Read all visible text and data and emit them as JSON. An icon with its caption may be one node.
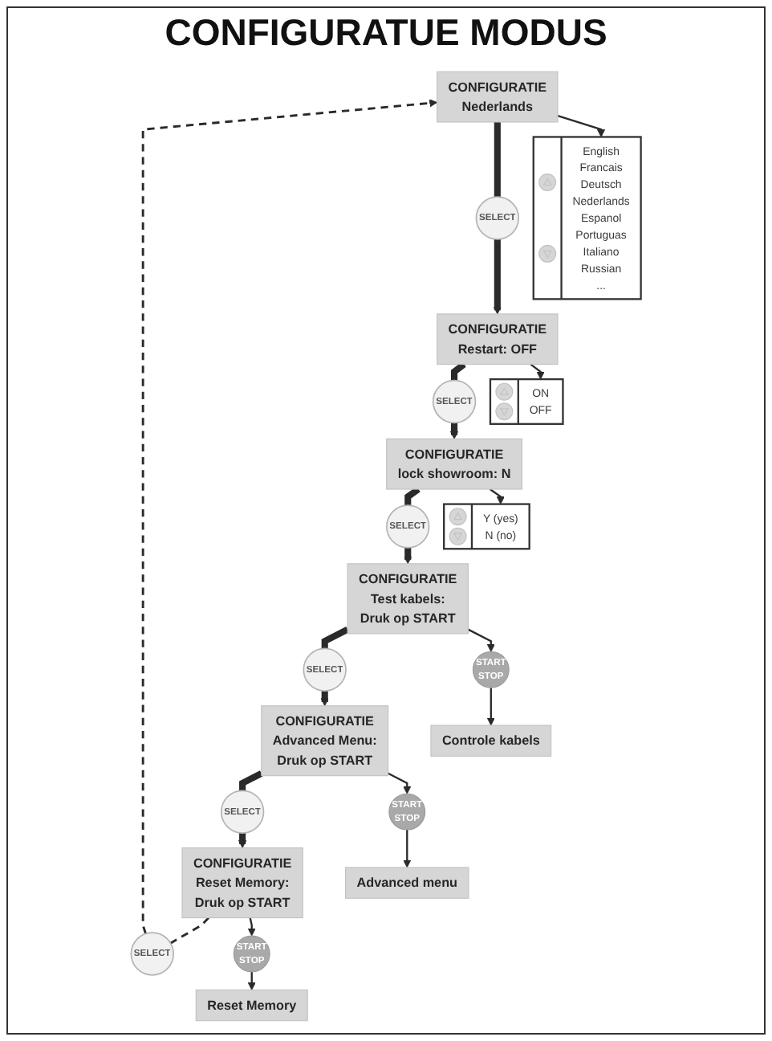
{
  "diagram": {
    "title": "CONFIGURATUE MODUS",
    "nodes": [
      {
        "text": [
          "CONFIGURATIE",
          "Nederlands"
        ]
      },
      {
        "text": [
          "English",
          "Francais",
          "Deutsch",
          "Nederlands",
          "Espanol",
          "Portuguas",
          "Italiano",
          "Russian",
          "..."
        ]
      },
      {
        "text": [
          "SELECT"
        ]
      },
      {
        "text": [
          "CONFIGURATIE",
          "Restart: OFF"
        ]
      },
      {
        "text": [
          "ON",
          "OFF"
        ]
      },
      {
        "text": [
          "SELECT"
        ]
      },
      {
        "text": [
          "CONFIGURATIE",
          "lock showroom: N"
        ]
      },
      {
        "text": [
          "Y (yes)",
          "N (no)"
        ]
      },
      {
        "text": [
          "SELECT"
        ]
      },
      {
        "text": [
          "SELECT"
        ]
      },
      {
        "text": [
          "CONFIGURATIE",
          "Test kabels:",
          "Druk op START"
        ]
      },
      {
        "text": [
          "START",
          "STOP"
        ]
      },
      {
        "text": [
          "Controle kabels"
        ]
      },
      {
        "text": [
          "SELECT"
        ]
      },
      {
        "text": [
          "CONFIGURATIE",
          "Advanced Menu:",
          "Druk op START"
        ]
      },
      {
        "text": [
          "START",
          "STOP"
        ]
      },
      {
        "text": [
          "Advanced menu"
        ]
      },
      {
        "text": [
          "SELECT"
        ]
      },
      {
        "text": [
          "CONFIGURATIE",
          "Reset Memory:",
          "Druk op START"
        ]
      },
      {
        "text": [
          "START",
          "STOP"
        ]
      },
      {
        "text": [
          "Reset Memory"
        ]
      }
    ],
    "edges": [
      {
        "from": 0,
        "to": 1,
        "arrow": "to"
      },
      {
        "from": 0,
        "to": 2,
        "arrow": "none",
        "style": "thick"
      },
      {
        "from": 2,
        "to": 3,
        "arrow": "to",
        "style": "thick"
      },
      {
        "from": 3,
        "to": 4,
        "arrow": "to"
      },
      {
        "from": 3,
        "to": 5,
        "arrow": "none",
        "style": "thick"
      },
      {
        "from": 5,
        "to": 6,
        "arrow": "to",
        "style": "thick"
      },
      {
        "from": 6,
        "to": 7,
        "arrow": "to"
      },
      {
        "from": 6,
        "to": 8,
        "arrow": "none",
        "style": "thick"
      },
      {
        "from": 8,
        "to": 10,
        "arrow": "to",
        "style": "thick"
      },
      {
        "from": 10,
        "to": 11,
        "arrow": "to"
      },
      {
        "from": 11,
        "to": 12,
        "arrow": "to"
      },
      {
        "from": 10,
        "to": 13,
        "arrow": "none",
        "style": "thick"
      },
      {
        "from": 13,
        "to": 14,
        "arrow": "to",
        "style": "thick"
      },
      {
        "from": 14,
        "to": 15,
        "arrow": "to"
      },
      {
        "from": 15,
        "to": 16,
        "arrow": "to"
      },
      {
        "from": 14,
        "to": 17,
        "arrow": "none",
        "style": "thick"
      },
      {
        "from": 17,
        "to": 18,
        "arrow": "to",
        "style": "thick"
      },
      {
        "from": 18,
        "to": 19,
        "arrow": "to"
      },
      {
        "from": 19,
        "to": 20,
        "arrow": "to"
      },
      {
        "from": 18,
        "to": 9,
        "arrow": "none",
        "style": "dashed"
      },
      {
        "from": 9,
        "to": 0,
        "arrow": "to",
        "style": "dashed"
      }
    ]
  }
}
